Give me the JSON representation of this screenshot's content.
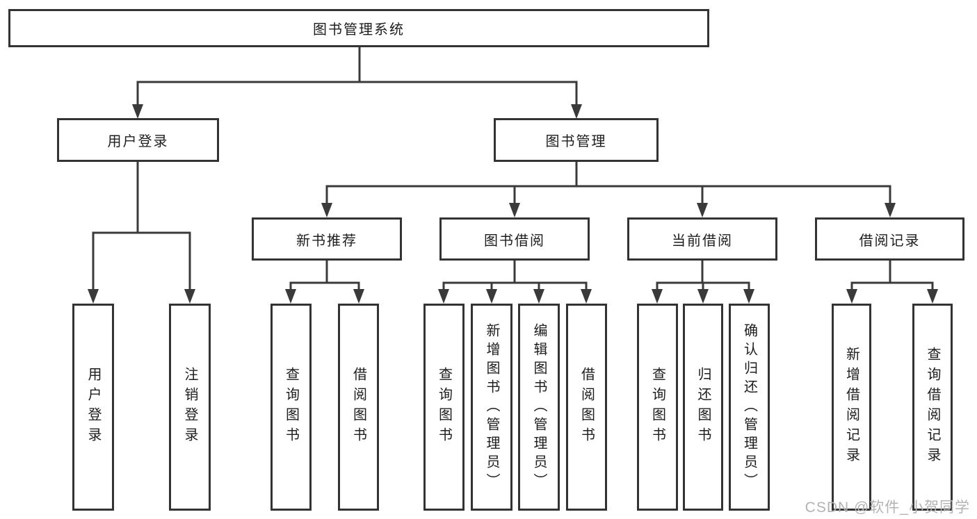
{
  "title": "图书管理系统",
  "watermark": "CSDN @软件_小贺同学",
  "colors": {
    "background": "#ffffff",
    "line": "#3a3a3a",
    "box_border": "#333333",
    "text": "#1d1d1d",
    "watermark": "#b3b3b3"
  },
  "tree": {
    "label": "图书管理系统",
    "children": [
      {
        "label": "用户登录",
        "children": [
          {
            "label": "用户登录"
          },
          {
            "label": "注销登录"
          }
        ]
      },
      {
        "label": "图书管理",
        "children": [
          {
            "label": "新书推荐",
            "children": [
              {
                "label": "查询图书"
              },
              {
                "label": "借阅图书"
              }
            ]
          },
          {
            "label": "图书借阅",
            "children": [
              {
                "label": "查询图书"
              },
              {
                "label": "新增图书（管理员）"
              },
              {
                "label": "编辑图书（管理员）"
              },
              {
                "label": "借阅图书"
              }
            ]
          },
          {
            "label": "当前借阅",
            "children": [
              {
                "label": "查询图书"
              },
              {
                "label": "归还图书"
              },
              {
                "label": "确认归还（管理员）"
              }
            ]
          },
          {
            "label": "借阅记录",
            "children": [
              {
                "label": "新增借阅记录"
              },
              {
                "label": "查询借阅记录"
              }
            ]
          }
        ]
      }
    ]
  }
}
